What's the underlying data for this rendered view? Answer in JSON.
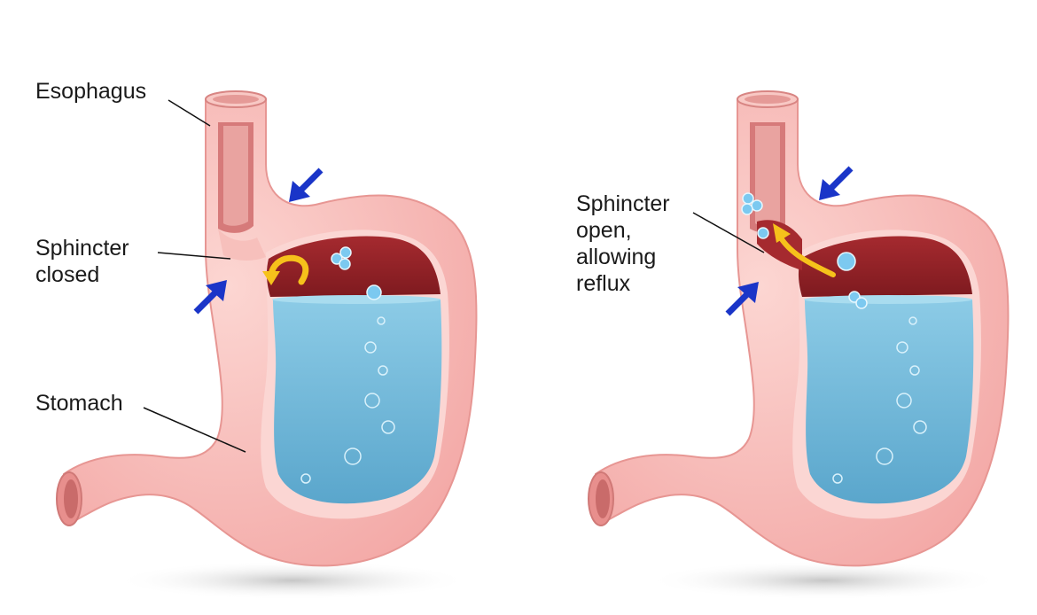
{
  "title_partial": "",
  "colors": {
    "tissue": "#f6b6b2",
    "tissue_dark": "#e88f8d",
    "stomach_wall_inner": "#fbd4d1",
    "acid": "#8b1e22",
    "liquid": "#6fb8d9",
    "arrow_blue": "#1a35c8",
    "arrow_yellow": "#f6c21b"
  },
  "left_panel": {
    "esophagus_label": "Esophagus",
    "sphincter_label_line1": "Sphincter",
    "sphincter_label_line2": "closed",
    "stomach_label": "Stomach",
    "icons": [
      "blue-arrow-icon",
      "yellow-curved-arrow-icon",
      "bubble-icon"
    ]
  },
  "right_panel": {
    "sphincter_label_line1": "Sphincter",
    "sphincter_label_line2": "open,",
    "sphincter_label_line3": "allowing",
    "sphincter_label_line4": "reflux",
    "icons": [
      "blue-arrow-icon",
      "yellow-curved-arrow-icon",
      "bubble-icon"
    ]
  }
}
